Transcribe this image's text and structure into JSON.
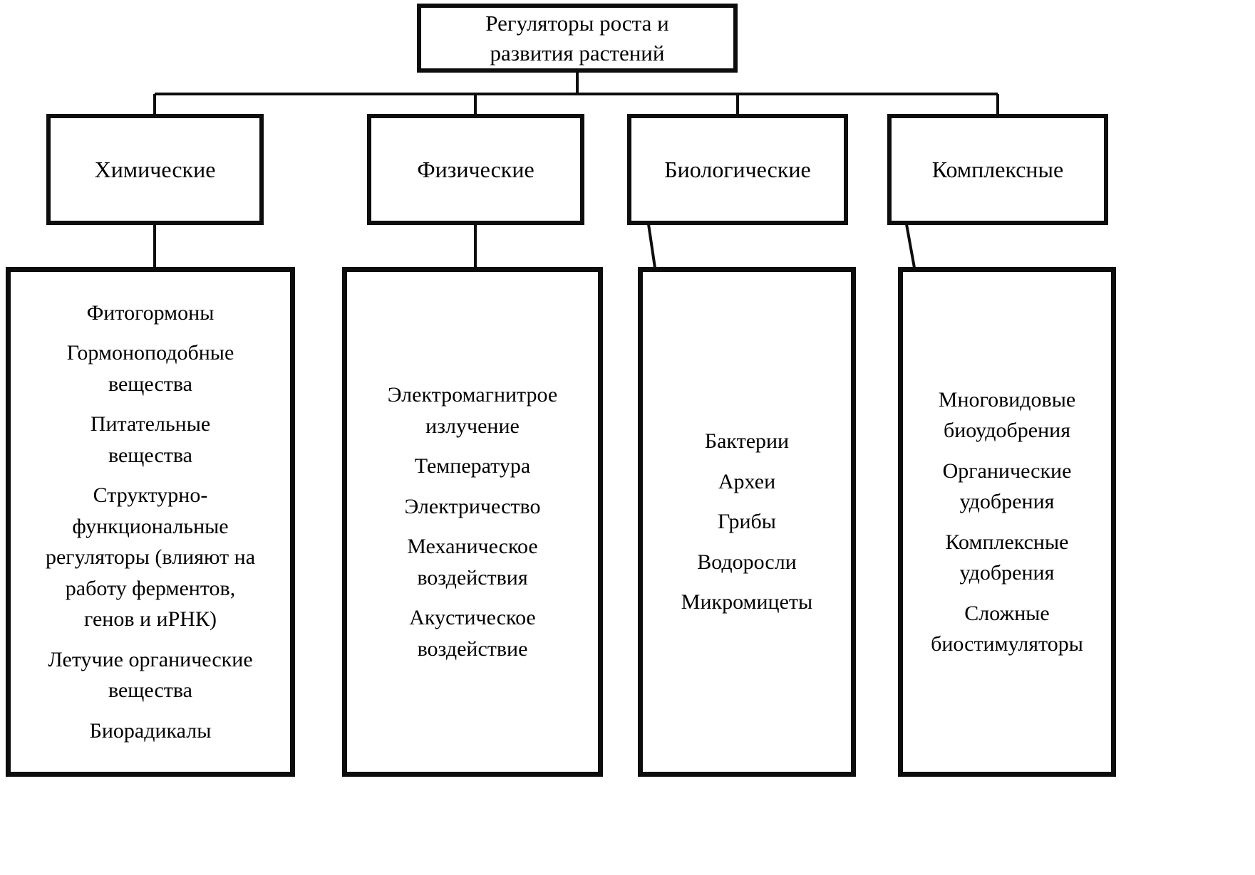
{
  "diagram": {
    "root_label": "Регуляторы роста и\nразвития растений",
    "branches": [
      {
        "label": "Химические",
        "items": [
          "Фитогормоны",
          "Гормоноподобные\nвещества",
          "Питательные\nвещества",
          "Структурно-\nфункциональные\nрегуляторы (влияют на\nработу ферментов,\nгенов и иРНК)",
          "Летучие органические\nвещества",
          "Биорадикалы"
        ]
      },
      {
        "label": "Физические",
        "items": [
          "Электромагнитрое\nизлучение",
          "Температура",
          "Электричество",
          "Механическое\nвоздействия",
          "Акустическое\nвоздействие"
        ]
      },
      {
        "label": "Биологические",
        "items": [
          "Бактерии",
          "Археи",
          "Грибы",
          "Водоросли",
          "Микромицеты"
        ]
      },
      {
        "label": "Комплексные",
        "items": [
          "Многовидовые\nбиоудобрения",
          "Органические\nудобрения",
          "Комплексные\nудобрения",
          "Сложные\nбиостимуляторы"
        ]
      }
    ],
    "colors": {
      "line": "#0d0d0d",
      "background": "#ffffff",
      "text": "#000000"
    }
  }
}
